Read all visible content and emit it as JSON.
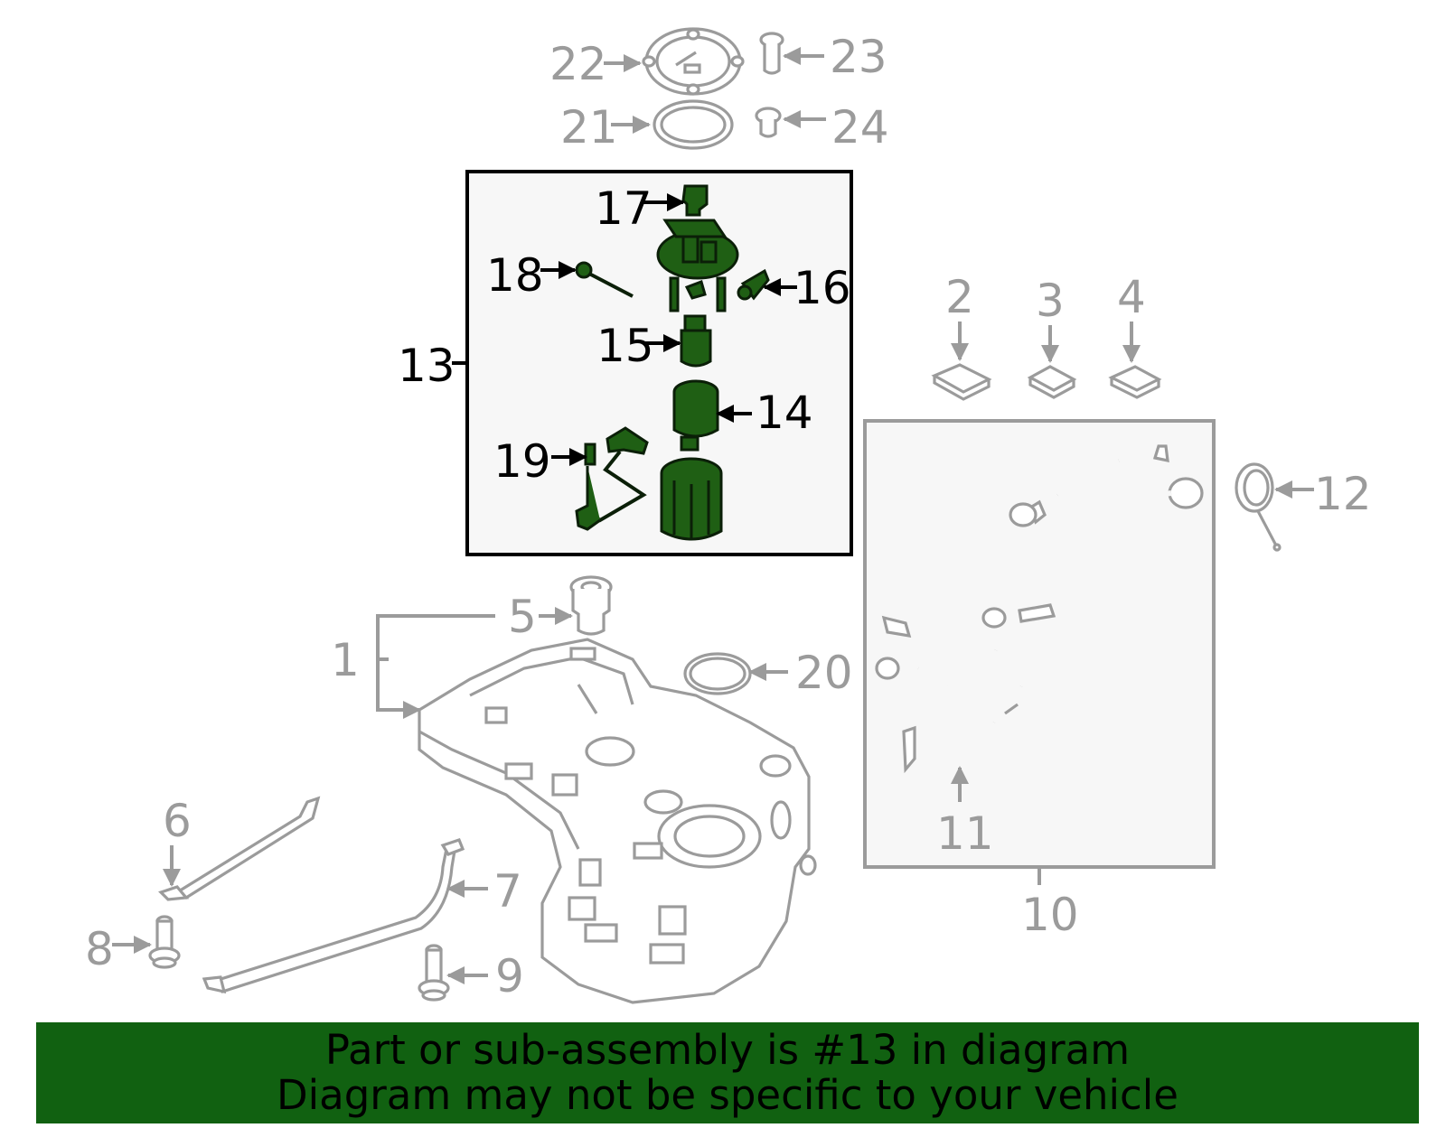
{
  "callouts": {
    "c1": "1",
    "c2": "2",
    "c3": "3",
    "c4": "4",
    "c5": "5",
    "c6": "6",
    "c7": "7",
    "c8": "8",
    "c9": "9",
    "c10": "10",
    "c11": "11",
    "c12": "12",
    "c13": "13",
    "c14": "14",
    "c15": "15",
    "c16": "16",
    "c17": "17",
    "c18": "18",
    "c19": "19",
    "c20": "20",
    "c21": "21",
    "c22": "22",
    "c23": "23",
    "c24": "24"
  },
  "banner": {
    "line1": "Part or sub-assembly is #13 in diagram",
    "line2": "Diagram may not be specific to your vehicle"
  },
  "colors": {
    "highlight_green": "#1f5f14",
    "banner_green": "#116111",
    "line_gray": "#9b9b9b",
    "panel_fill": "#f7f7f7"
  }
}
